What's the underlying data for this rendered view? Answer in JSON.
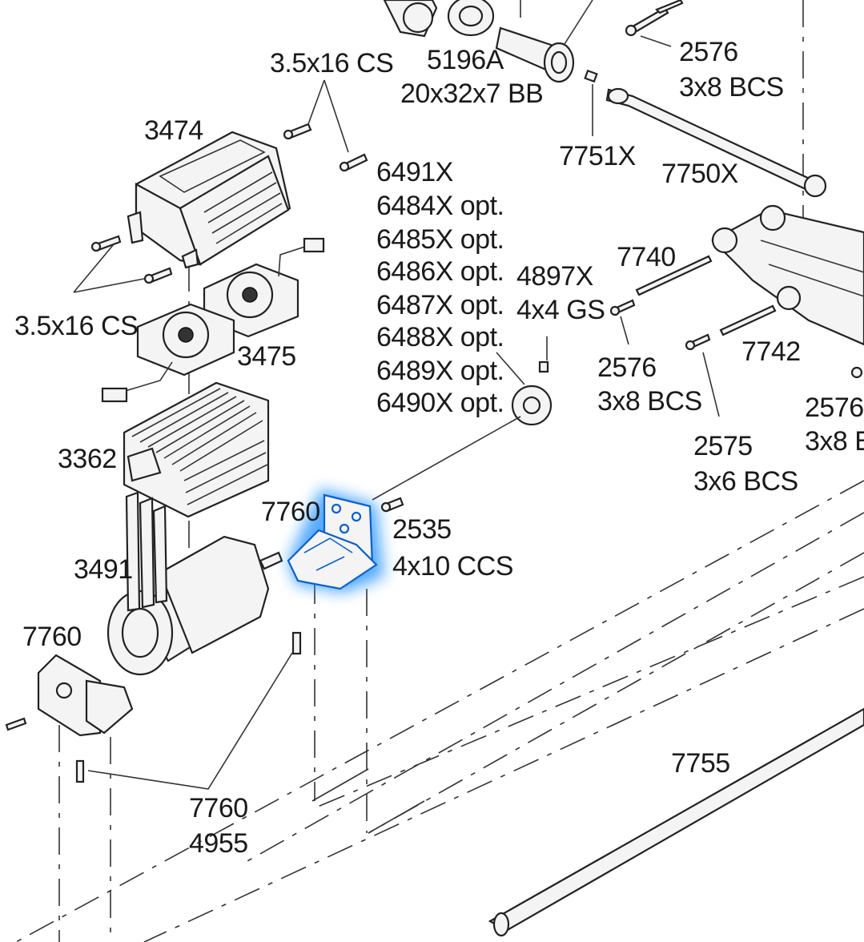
{
  "highlight_color": "#1e8fff",
  "labels": {
    "l_3_5x16cs_top": "3.5x16 CS",
    "l_5196a": "5196A",
    "l_20x32x7bb": "20x32x7 BB",
    "l_2576_a": "2576",
    "l_3x8bcs_a": "3x8 BCS",
    "l_3474": "3474",
    "l_6491x": "6491X",
    "l_6484x": "6484X opt.",
    "l_6485x": "6485X opt.",
    "l_6486x": "6486X opt.",
    "l_6487x": "6487X opt.",
    "l_6488x": "6488X opt.",
    "l_6489x": "6489X opt.",
    "l_6490x": "6490X opt.",
    "l_7751x": "7751X",
    "l_7750x": "7750X",
    "l_7740": "7740",
    "l_4897x": "4897X",
    "l_4x4gs": "4x4 GS",
    "l_3_5x16cs_left": "3.5x16 CS",
    "l_3475": "3475",
    "l_2576_b": "2576",
    "l_3x8bcs_b": "3x8 BCS",
    "l_7742": "7742",
    "l_2576_c": "2576",
    "l_3x8b_c": "3x8 B",
    "l_3362": "3362",
    "l_2575": "2575",
    "l_3x6bcs": "3x6 BCS",
    "l_7760_a": "7760",
    "l_2535": "2535",
    "l_4x10ccs": "4x10 CCS",
    "l_3491": "3491",
    "l_7760_b": "7760",
    "l_7760_c": "7760",
    "l_4955": "4955",
    "l_7755": "7755"
  }
}
